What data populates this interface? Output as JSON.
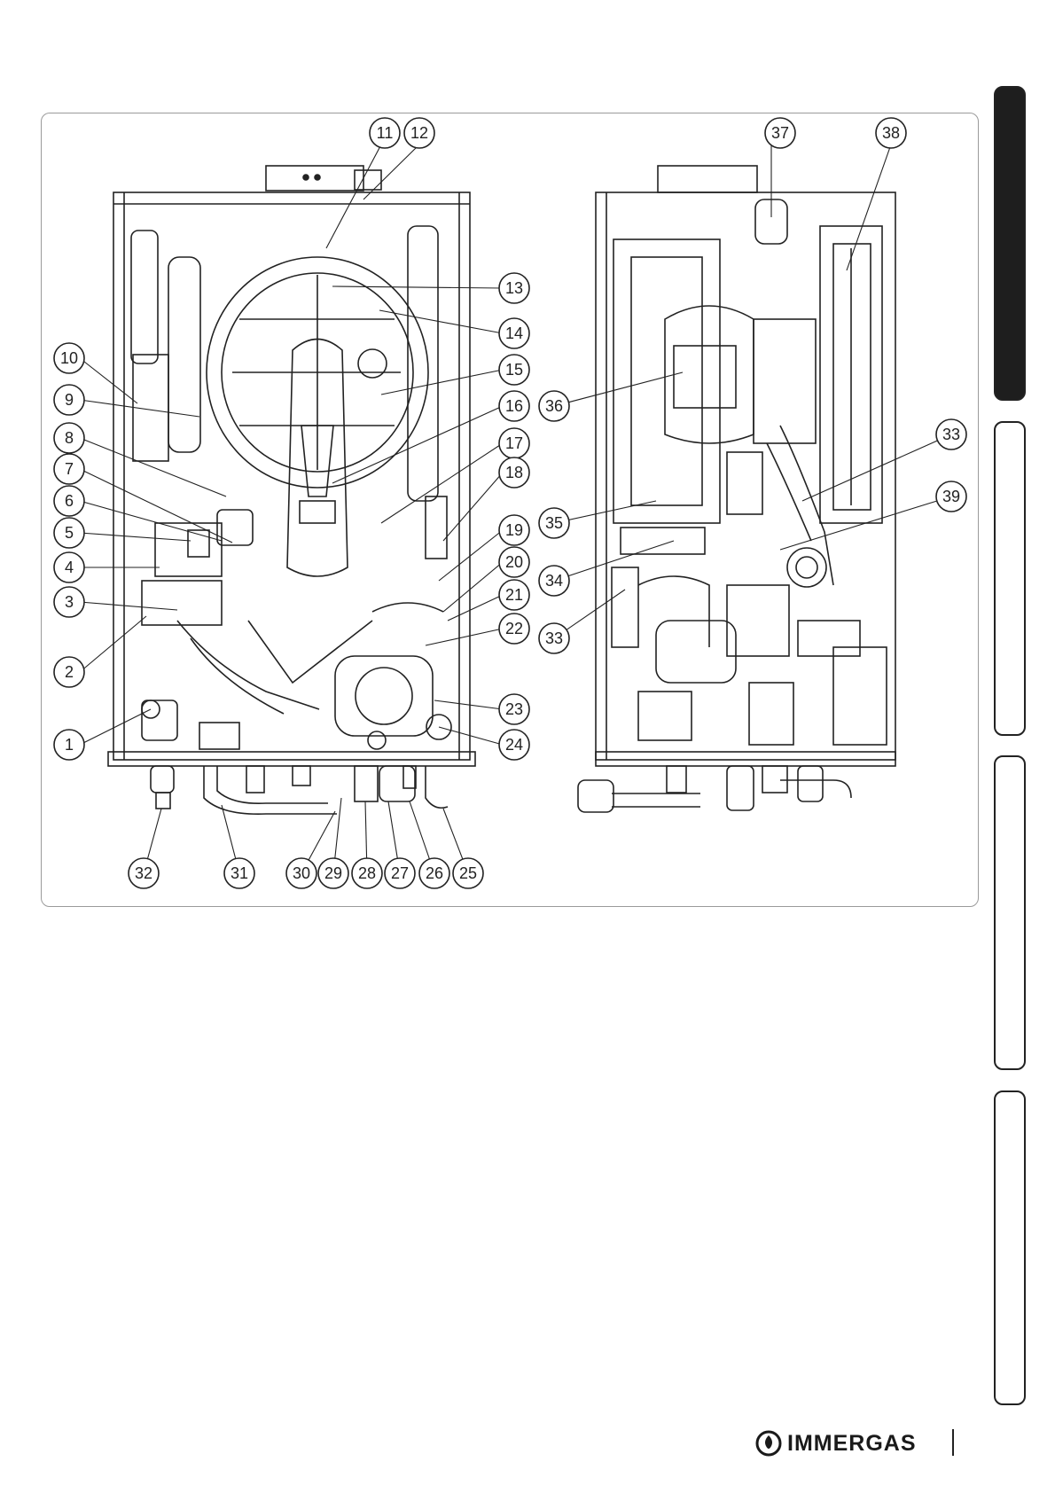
{
  "brand": {
    "name": "IMMERGAS",
    "colors": {
      "ink": "#1e1e1e",
      "frame": "#9a9a9a"
    }
  },
  "side_tabs": [
    {
      "state": "active"
    },
    {
      "state": "inactive"
    },
    {
      "state": "inactive"
    },
    {
      "state": "inactive"
    }
  ],
  "callouts_front": [
    "1",
    "2",
    "3",
    "4",
    "5",
    "6",
    "7",
    "8",
    "9",
    "10",
    "11",
    "12",
    "13",
    "14",
    "15",
    "16",
    "17",
    "18",
    "19",
    "20",
    "21",
    "22",
    "23",
    "24",
    "25",
    "26",
    "27",
    "28",
    "29",
    "30",
    "31",
    "32"
  ],
  "callouts_side": [
    "33",
    "34",
    "35",
    "36",
    "37",
    "38",
    "39",
    "33"
  ]
}
